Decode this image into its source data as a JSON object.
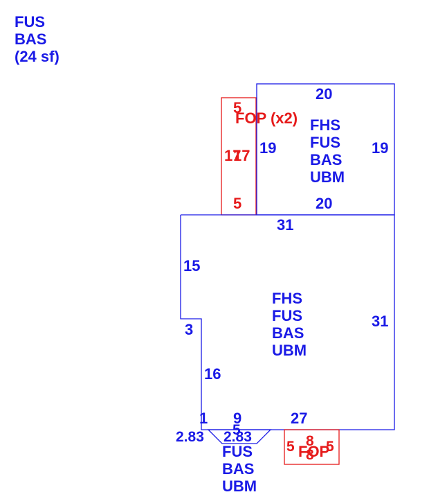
{
  "legend": {
    "line1": "FUS",
    "line2": "BAS",
    "line3": "(24 sf)"
  },
  "upper_block": {
    "top_dim": "20",
    "bottom_dim": "20",
    "left_dim": "19",
    "right_dim": "19",
    "codes": [
      "FHS",
      "FUS",
      "BAS",
      "UBM"
    ]
  },
  "upper_porch": {
    "label": "FOP (x2)",
    "top_dim": "5",
    "bottom_dim": "5",
    "side_dim_a": "17",
    "side_dim_b": "17"
  },
  "main_block": {
    "top_dim": "31",
    "left_upper_dim": "15",
    "notch_dim": "3",
    "left_lower_dim": "16",
    "right_dim": "31",
    "bottom_left_dim": "1",
    "bottom_mid_dim": "9",
    "bottom_right_dim": "27",
    "codes": [
      "FHS",
      "FUS",
      "BAS",
      "UBM"
    ]
  },
  "bay": {
    "left_dim": "2.83",
    "right_dim": "2.83",
    "top_dim": "5",
    "codes": [
      "FUS",
      "BAS",
      "UBM"
    ]
  },
  "lower_porch": {
    "label": "FOP",
    "left_dim": "5",
    "right_dim": "5",
    "top_dim": "8",
    "bottom_dim": "8"
  },
  "colors": {
    "structure": "#1a1ae6",
    "porch": "#e61a1a"
  }
}
